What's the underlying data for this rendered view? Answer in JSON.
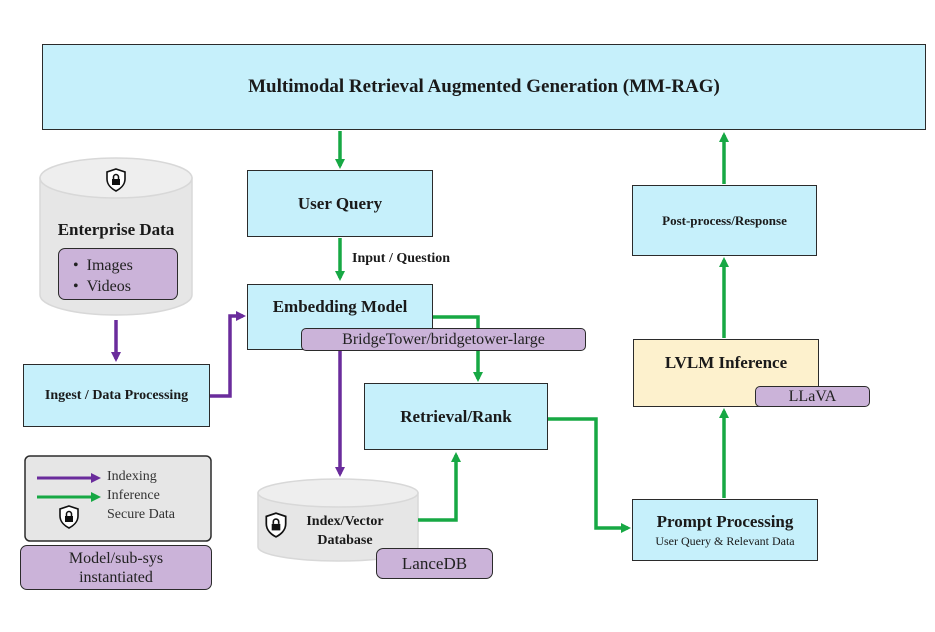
{
  "colors": {
    "box_blue": "#c6f0fb",
    "box_yellow": "#fdf1cd",
    "tag_purple": "#cbb3d9",
    "indexing_arrow": "#6a2c9c",
    "inference_arrow": "#17a844",
    "cylinder_gray": "#e6e6e6"
  },
  "title": "Multimodal Retrieval Augmented Generation (MM-RAG)",
  "enterprise": {
    "title": "Enterprise Data",
    "items": [
      "Images",
      "Videos"
    ],
    "icon": "lock-shield-icon"
  },
  "ingest": "Ingest / Data Processing",
  "user_query": "User Query",
  "input_question": "Input / Question",
  "embedding": {
    "title": "Embedding Model",
    "model": "BridgeTower/bridgetower-large"
  },
  "retrieval": "Retrieval/Rank",
  "vector_db": {
    "title_line1": "Index/Vector",
    "title_line2": "Database",
    "model": "LanceDB",
    "icon": "lock-shield-icon"
  },
  "prompt": {
    "title": "Prompt Processing",
    "subtitle": "User Query & Relevant Data"
  },
  "lvlm": {
    "title": "LVLM Inference",
    "model": "LLaVA"
  },
  "postprocess": "Post-process/Response",
  "legend": {
    "indexing": "Indexing",
    "inference": "Inference",
    "secure": "Secure Data",
    "model_subsys_line1": "Model/sub-sys",
    "model_subsys_line2": "instantiated"
  }
}
